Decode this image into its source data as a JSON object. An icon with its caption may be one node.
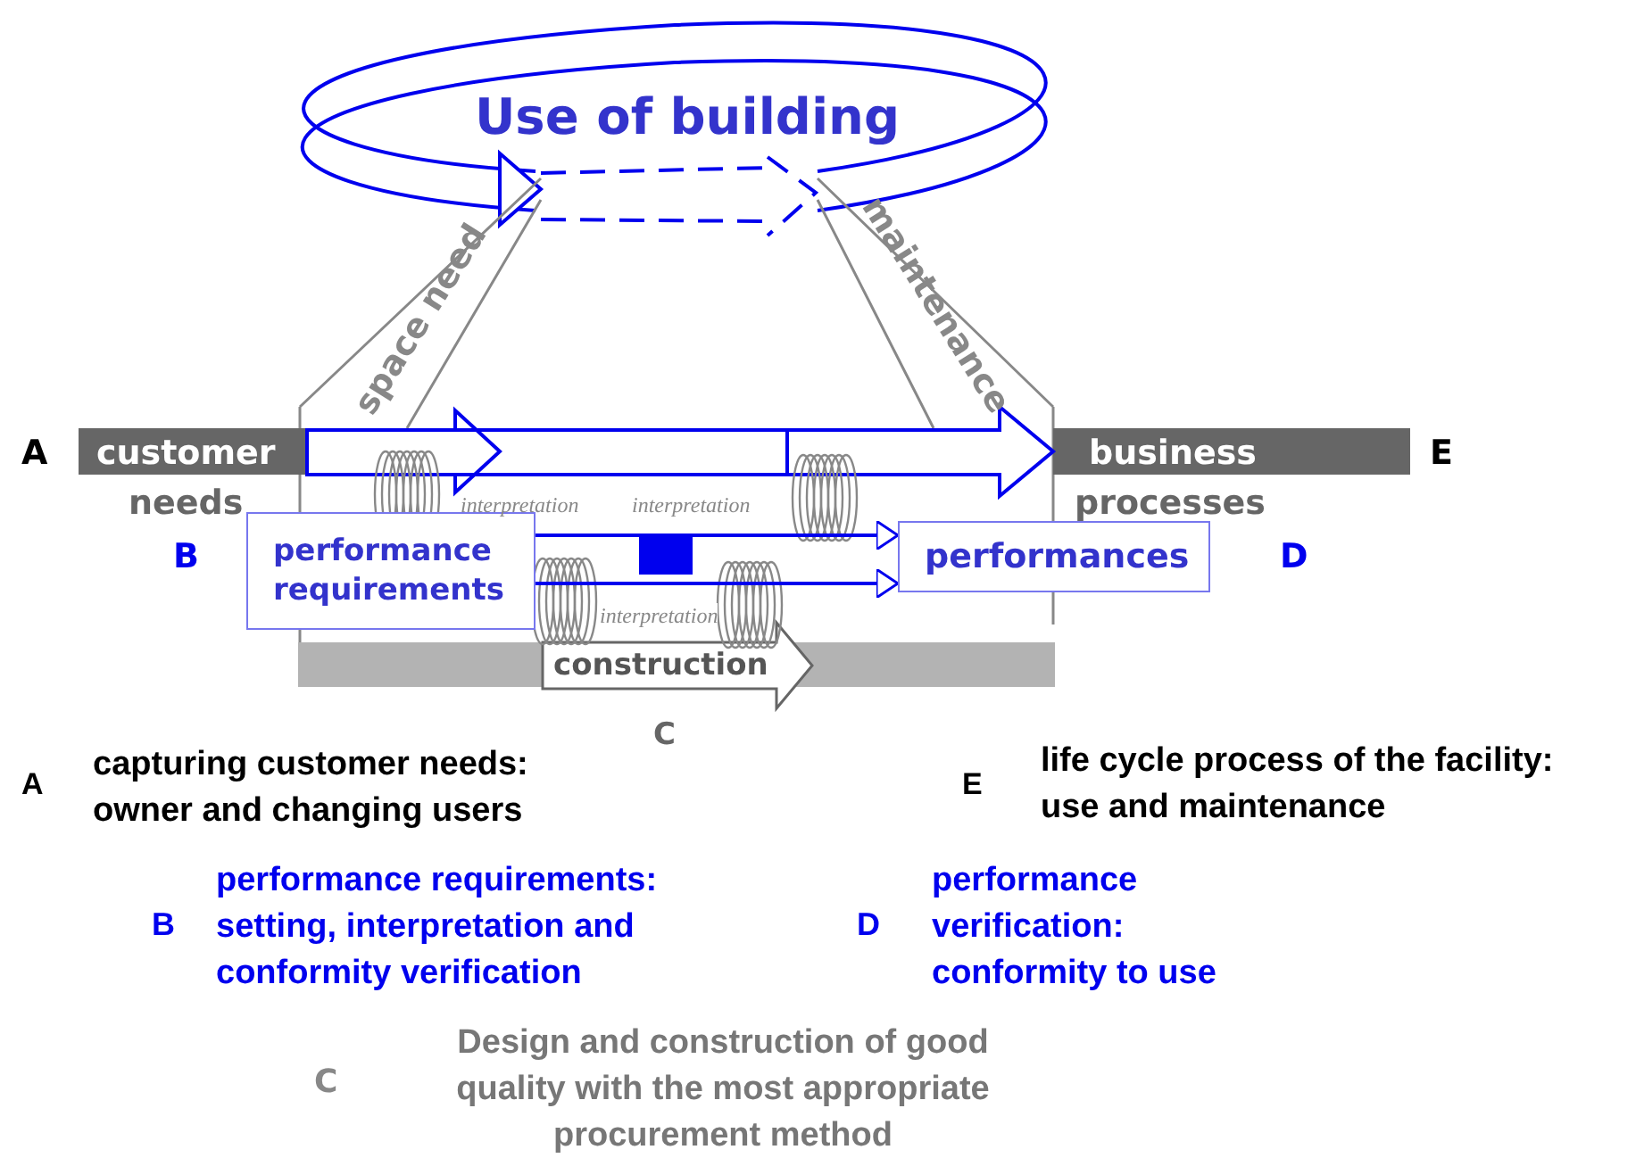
{
  "diagram": {
    "nodes": [
      {
        "text": [
          "Use of building"
        ]
      },
      {
        "text": [
          "performance requirements"
        ]
      },
      {
        "text": [
          "performances"
        ]
      }
    ],
    "edges": [
      {
        "from": 1,
        "to": 2,
        "arrow": "to"
      },
      {
        "from": 1,
        "to": 2,
        "arrow": "to"
      }
    ],
    "labels": [
      "space need",
      "maintenance",
      "A",
      "customer",
      "business",
      "E",
      "needs",
      "interpretation",
      "interpretation",
      "processes",
      "B",
      "D",
      "interpretation",
      "construction",
      "C",
      "A",
      "capturing customer needs: owner and changing users",
      "E",
      "life cycle process of the facility: use and maintenance",
      "B",
      "performance requirements: setting, interpretation and conformity verification",
      "D",
      "performance verification: conformity to use",
      "C",
      "Design and construction of good quality with the most appropriate procurement method"
    ]
  }
}
